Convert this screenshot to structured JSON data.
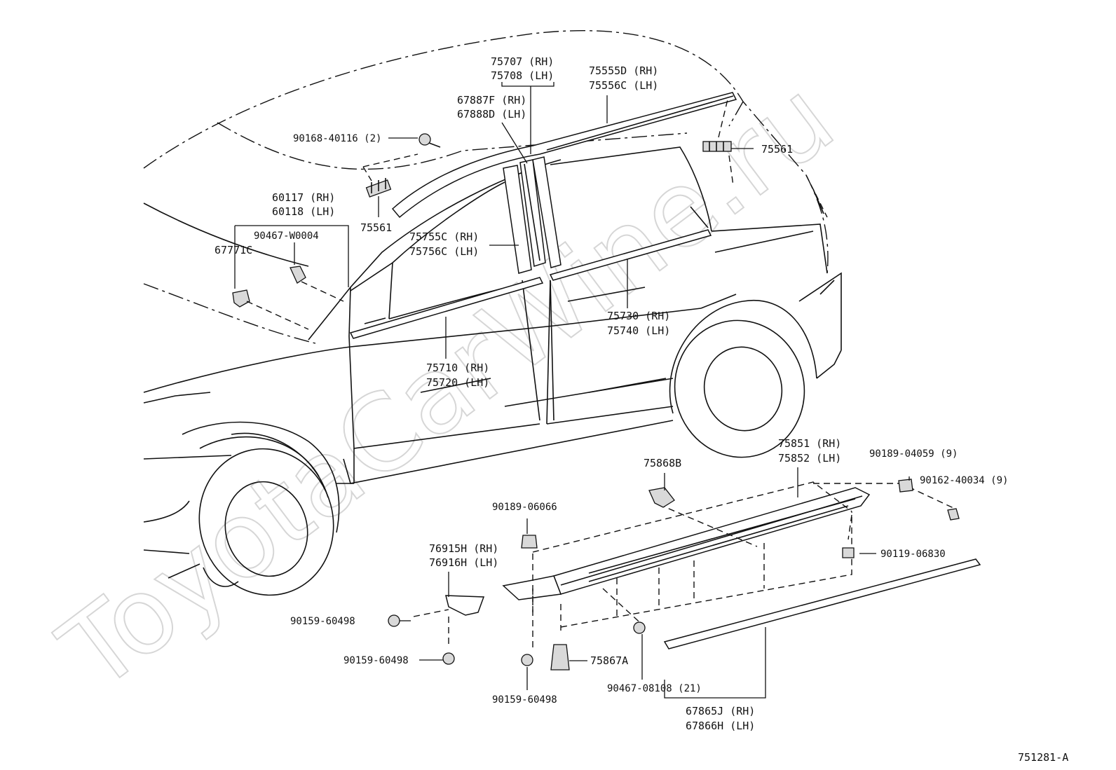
{
  "watermark": "ToyotaCarWine.ru",
  "diagram_id": "751281-A",
  "labels": {
    "l75707": "75707 (RH)",
    "l75708": "75708 (LH)",
    "l67887F": "67887F (RH)",
    "l67888D": "67888D (LH)",
    "l75555D": "75555D (RH)",
    "l75556C": "75556C (LH)",
    "l90168": "90168-40116 (2)",
    "l75561a": "75561",
    "l75561b": "75561",
    "l60117": "60117 (RH)",
    "l60118": "60118 (LH)",
    "l90467w": "90467-W0004",
    "l67771C": "67771C",
    "l75755C": "75755C (RH)",
    "l75756C": "75756C (LH)",
    "l75730": "75730 (RH)",
    "l75740": "75740 (LH)",
    "l75710": "75710 (RH)",
    "l75720": "75720 (LH)",
    "l75851": "75851 (RH)",
    "l75852": "75852 (LH)",
    "l75868B": "75868B",
    "l90189_04059": "90189-04059 (9)",
    "l90162": "90162-40034 (9)",
    "l90189_06066": "90189-06066",
    "l76915H": "76915H (RH)",
    "l76916H": "76916H (LH)",
    "l90119": "90119-06830",
    "l90159a": "90159-60498",
    "l90159b": "90159-60498",
    "l90159c": "90159-60498",
    "l75867A": "75867A",
    "l90467_08108": "90467-08108 (21)",
    "l67865J": "67865J (RH)",
    "l67866H": "67866H (LH)"
  }
}
